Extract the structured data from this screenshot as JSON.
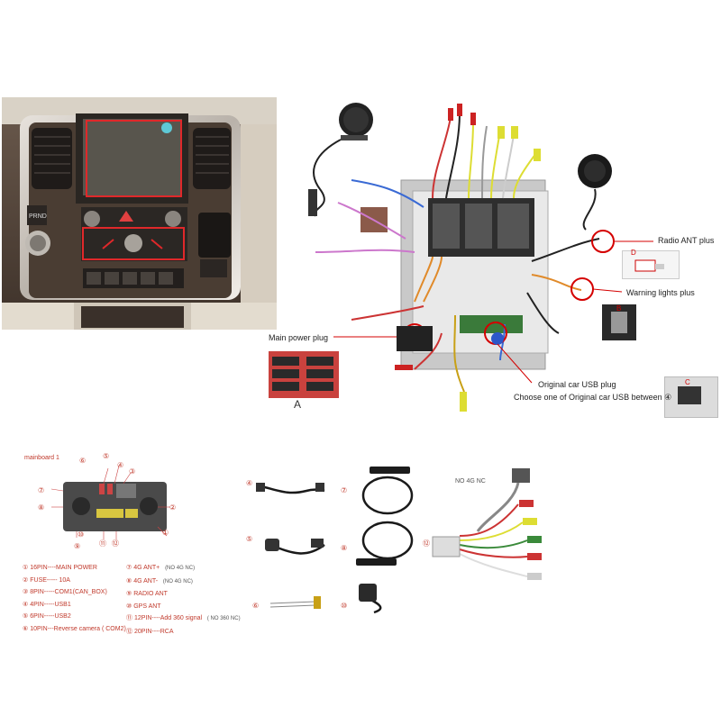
{
  "labels": {
    "radio_ant": "Radio ANT plus",
    "warning": "Warning lights plus",
    "main_power": "Main power plug",
    "usb_plug": "Original car USB plug",
    "usb_choose": "Choose one of Original car USB between ④",
    "letter_a": "A",
    "letter_b": "B",
    "letter_c": "C",
    "letter_d": "D"
  },
  "mainboard": {
    "title": "mainboard  1",
    "callouts": [
      "①",
      "②",
      "③",
      "④",
      "⑤",
      "⑥",
      "⑦",
      "⑧",
      "⑨",
      "⑩",
      "⑪",
      "⑫"
    ]
  },
  "legend_left": [
    {
      "num": "①",
      "text": "16PIN----MAIN POWER"
    },
    {
      "num": "②",
      "text": "FUSE----- 10A"
    },
    {
      "num": "③",
      "text": "8PIN-----COM1(CAN_BOX)"
    },
    {
      "num": "④",
      "text": "4PIN-----USB1"
    },
    {
      "num": "⑤",
      "text": "6PIN-----USB2"
    },
    {
      "num": "⑥",
      "text": "10PIN---Reverse camera ( COM2)"
    }
  ],
  "legend_right": [
    {
      "num": "⑦",
      "text": "4G ANT+",
      "note": "(NO 4G  NC)"
    },
    {
      "num": "⑧",
      "text": "4G ANT-",
      "note": "(NO 4G  NC)"
    },
    {
      "num": "⑨",
      "text": "RADIO  ANT",
      "note": ""
    },
    {
      "num": "⑩",
      "text": "GPS  ANT",
      "note": ""
    },
    {
      "num": "⑪",
      "text": "12PIN----Add 360 signal",
      "note": "( NO 360 NC)"
    },
    {
      "num": "⑫",
      "text": "20PIN----RCA",
      "note": ""
    }
  ],
  "parts": {
    "n4": "④",
    "n5": "⑤",
    "n6": "⑥",
    "n7": "⑦",
    "n8": "⑧",
    "n10": "⑩",
    "n12": "⑫",
    "no4g": "NO  4G  NC"
  },
  "colors": {
    "accent": "#c0392b",
    "label_red": "#d40000"
  }
}
